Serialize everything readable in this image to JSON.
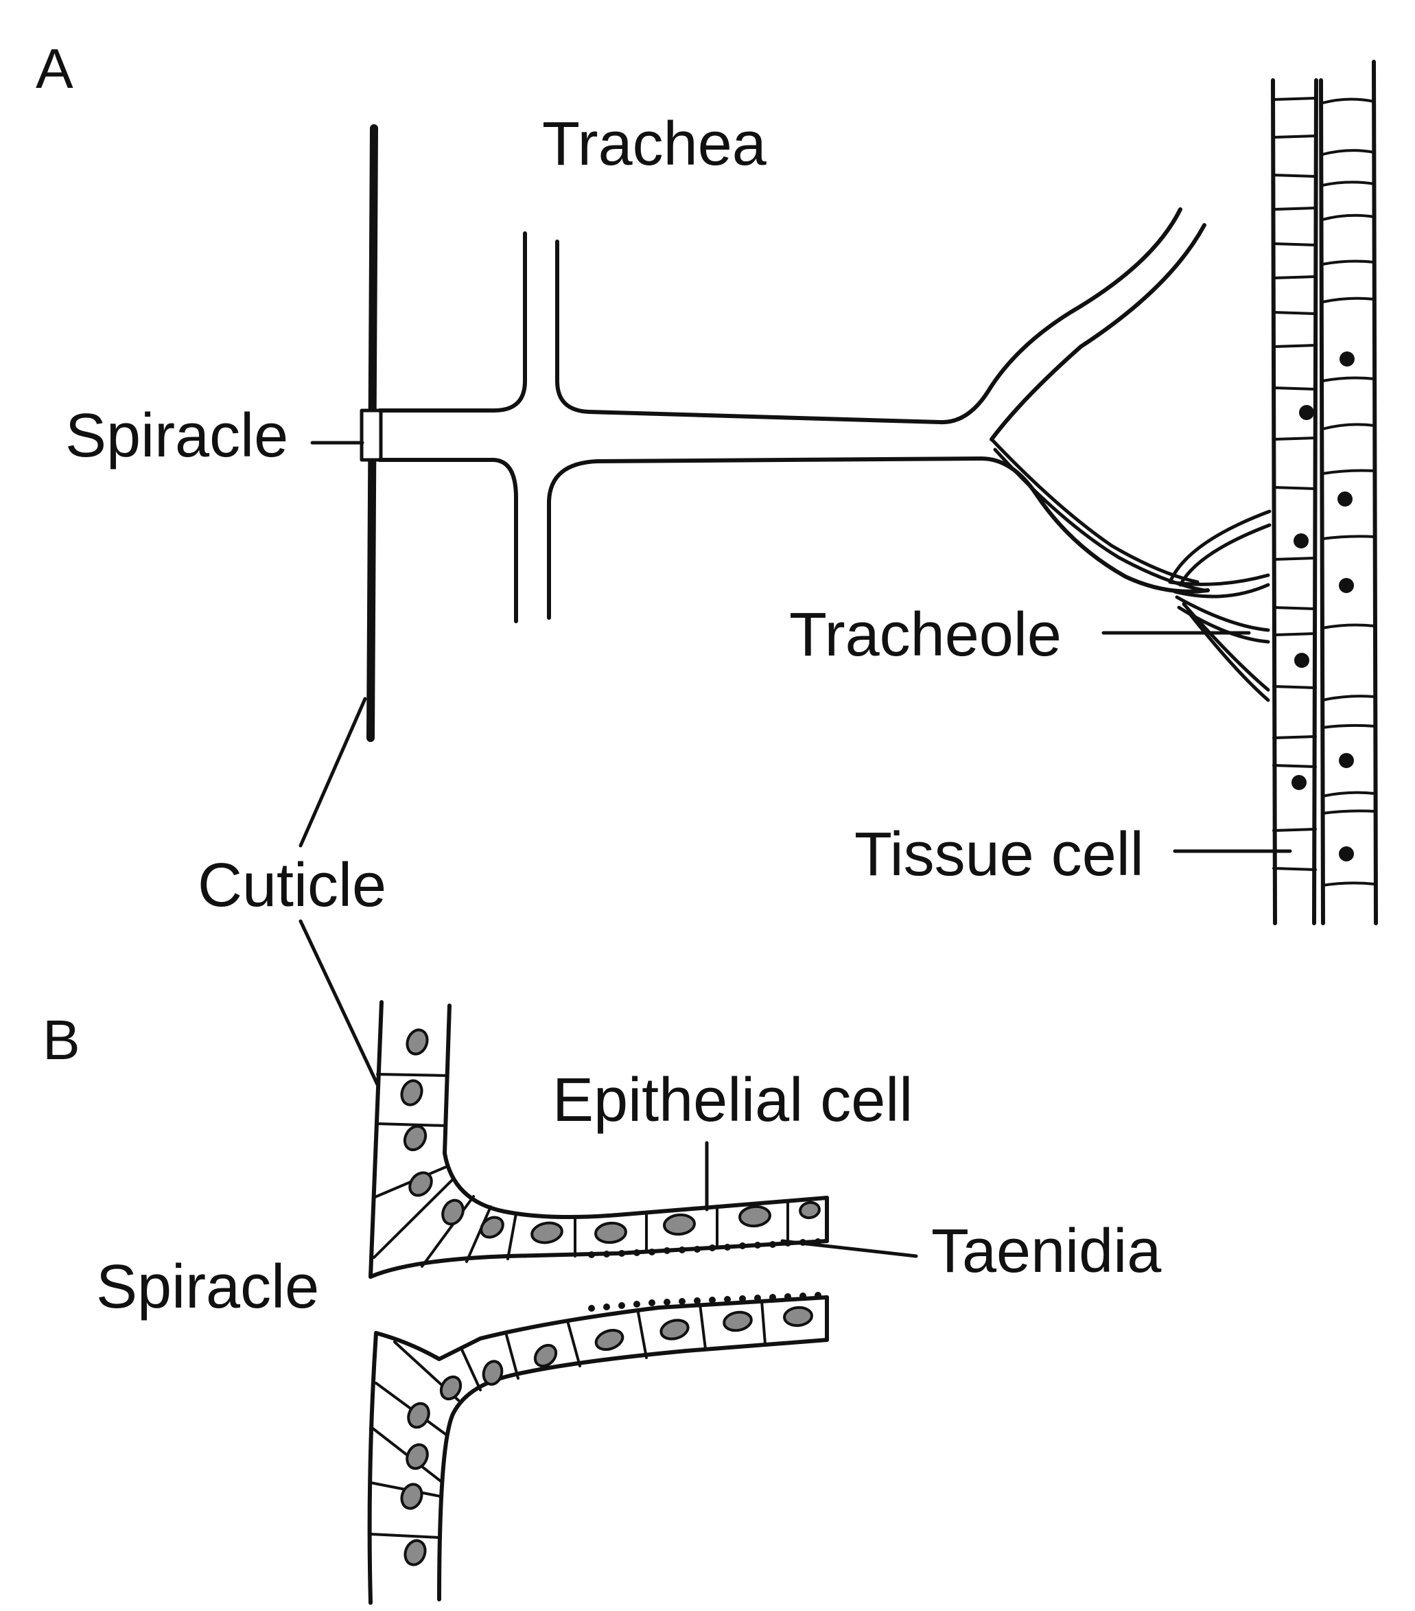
{
  "panels": {
    "a": "A",
    "b": "B"
  },
  "labels": {
    "trachea": "Trachea",
    "spiracle_a": "Spiracle",
    "tracheole": "Tracheole",
    "tissue_cell": "Tissue cell",
    "cuticle": "Cuticle",
    "epithelial_cell": "Epithelial cell",
    "taenidia": "Taenidia",
    "spiracle_b": "Spiracle"
  },
  "colors": {
    "ink": "#111111",
    "nucleus_fill": "#8a8a8a",
    "background": "#ffffff"
  }
}
